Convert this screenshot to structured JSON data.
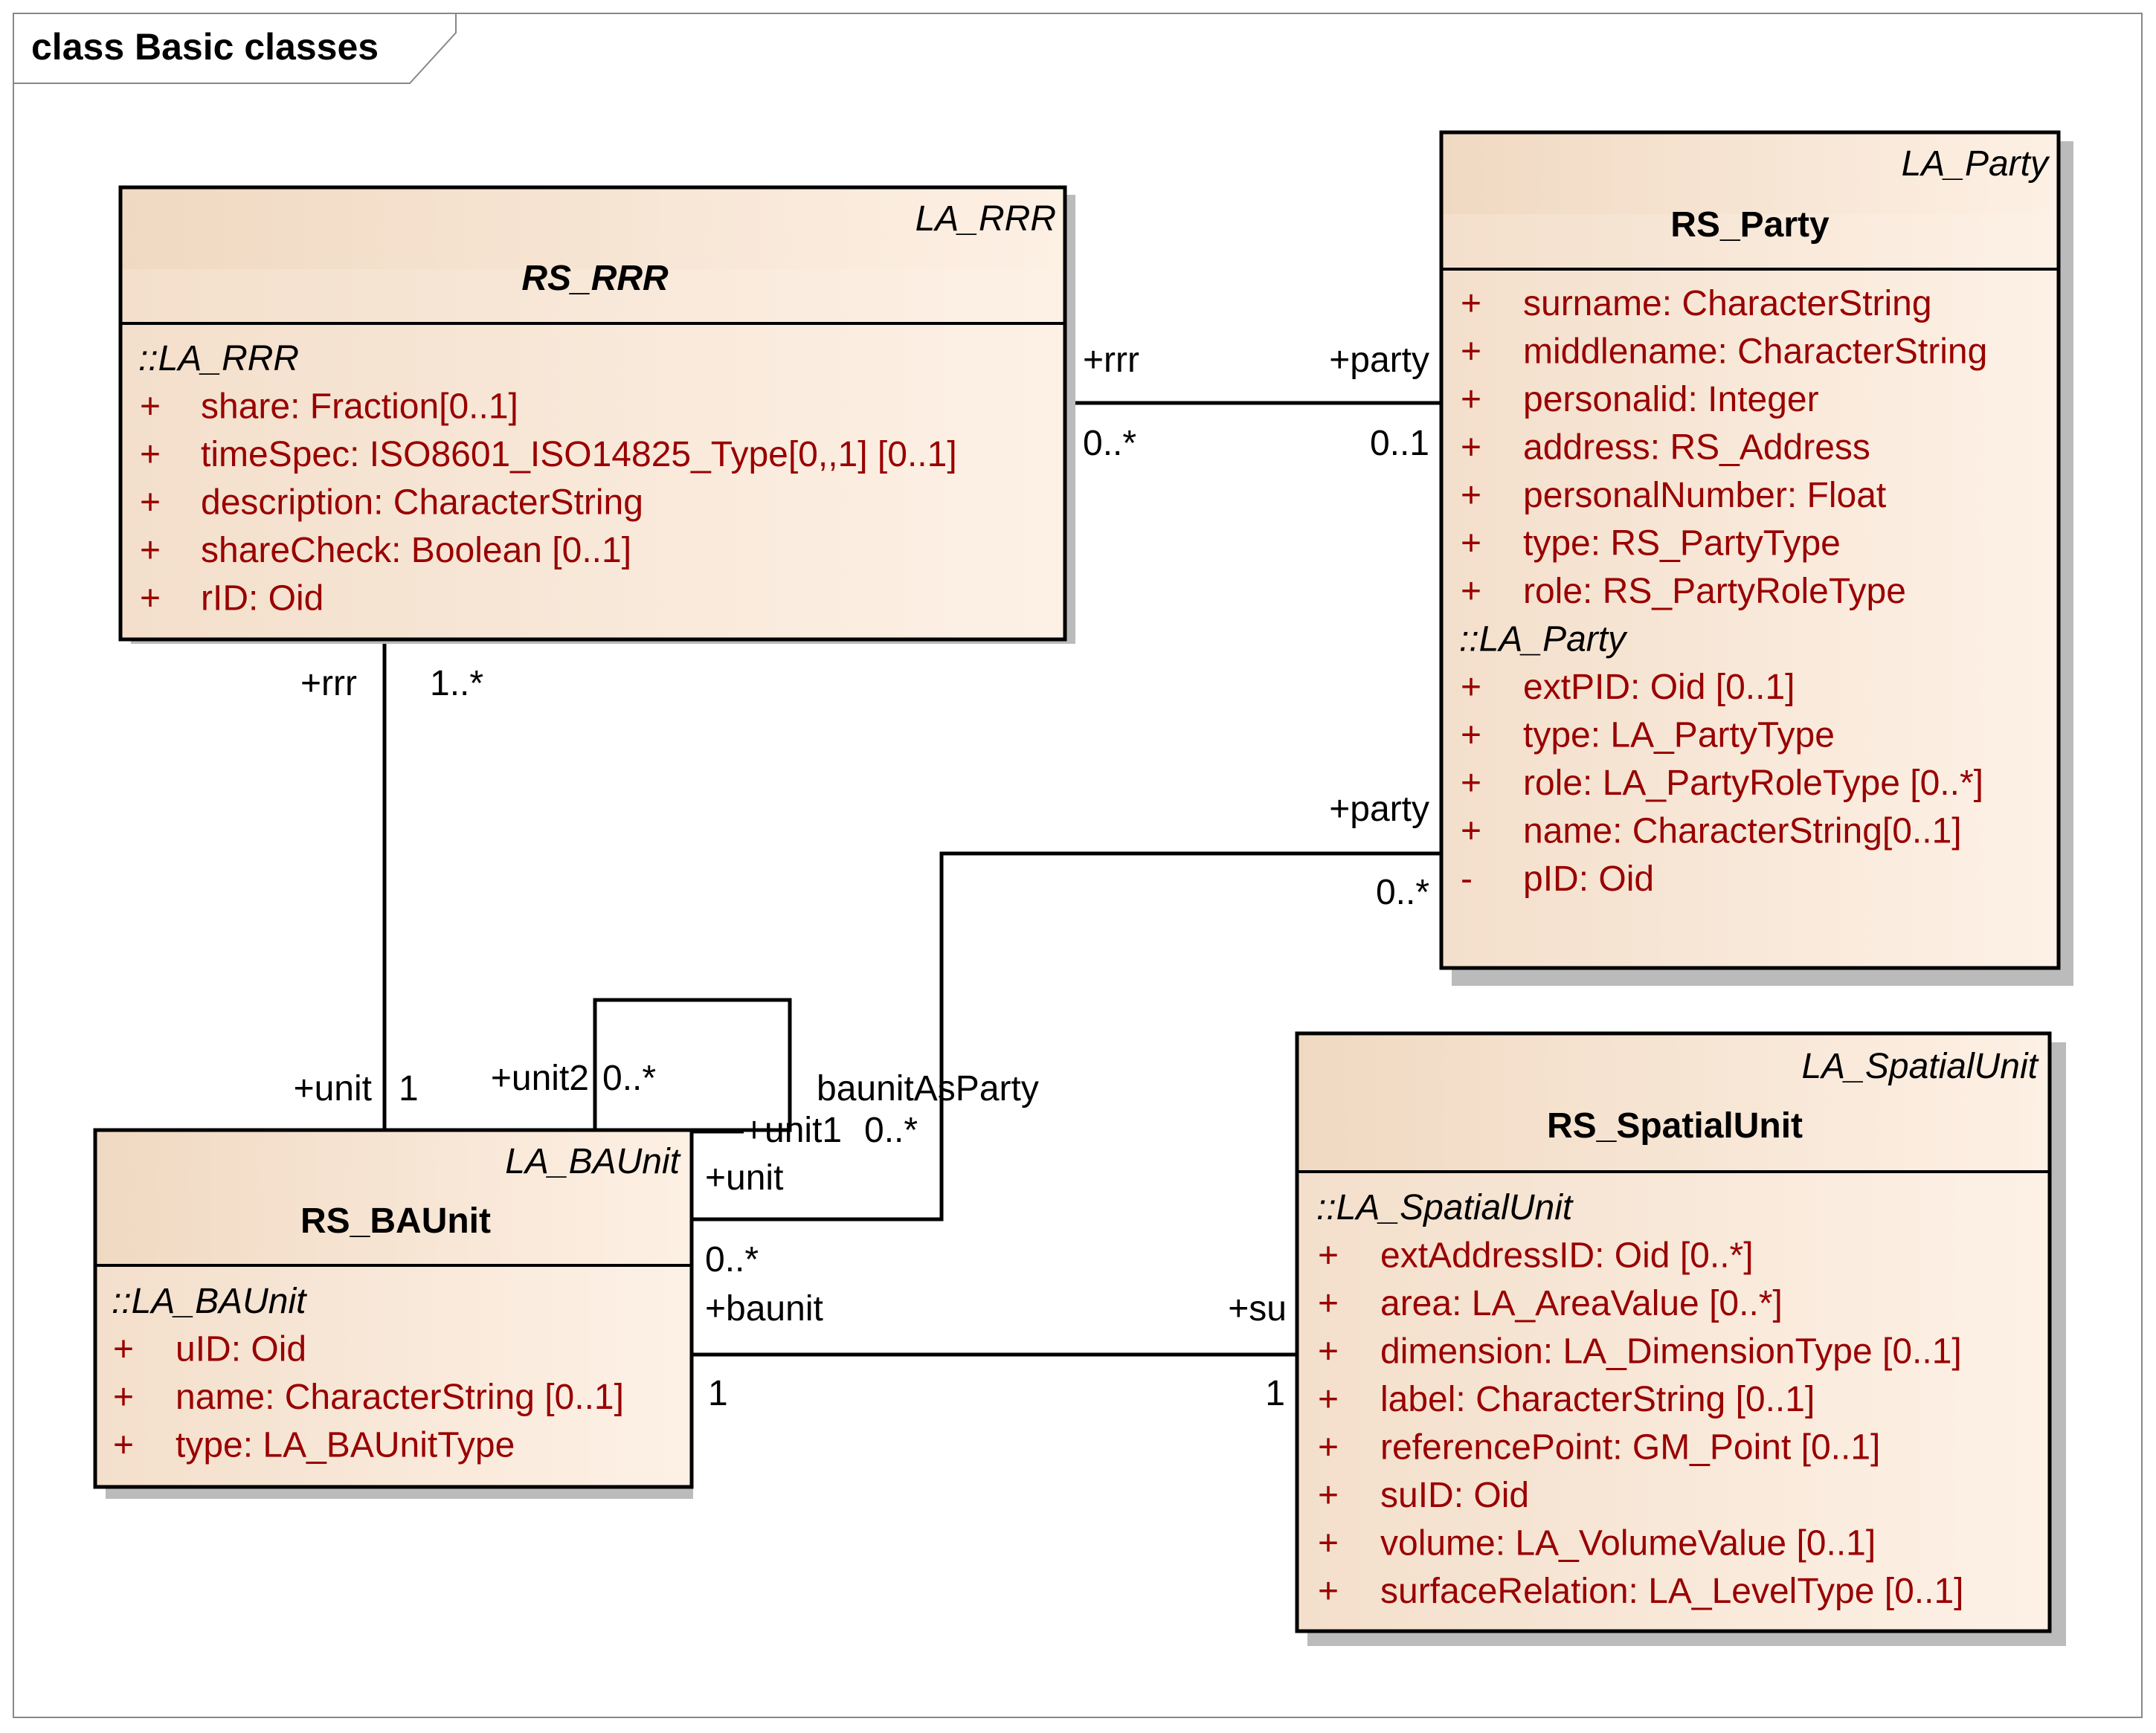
{
  "frame": {
    "title": "class Basic classes"
  },
  "colors": {
    "box_fill": "#fbeadb",
    "box_header": "#f3dcc4",
    "attribute_text": "#990000",
    "line": "#000000"
  },
  "classes": {
    "rrr": {
      "stereotype": "LA_RRR",
      "name": "RS_RRR",
      "groups": [
        {
          "label": "::LA_RRR",
          "attributes": [
            {
              "vis": "+",
              "text": "share:  Fraction[0..1]"
            },
            {
              "vis": "+",
              "text": "timeSpec:  ISO8601_ISO14825_Type[0,,1] [0..1]"
            },
            {
              "vis": "+",
              "text": "description:  CharacterString"
            },
            {
              "vis": "+",
              "text": "shareCheck:  Boolean [0..1]"
            },
            {
              "vis": "+",
              "text": "rID:  Oid"
            }
          ]
        }
      ]
    },
    "party": {
      "stereotype": "LA_Party",
      "name": "RS_Party",
      "groups": [
        {
          "label": "",
          "attributes": [
            {
              "vis": "+",
              "text": "surname:  CharacterString"
            },
            {
              "vis": "+",
              "text": "middlename:  CharacterString"
            },
            {
              "vis": "+",
              "text": "personalid:  Integer"
            },
            {
              "vis": "+",
              "text": "address:  RS_Address"
            },
            {
              "vis": "+",
              "text": "personalNumber:  Float"
            },
            {
              "vis": "+",
              "text": "type:  RS_PartyType"
            },
            {
              "vis": "+",
              "text": "role:  RS_PartyRoleType"
            }
          ]
        },
        {
          "label": "::LA_Party",
          "attributes": [
            {
              "vis": "+",
              "text": "extPID:  Oid [0..1]"
            },
            {
              "vis": "+",
              "text": "type:  LA_PartyType"
            },
            {
              "vis": "+",
              "text": "role:  LA_PartyRoleType [0..*]"
            },
            {
              "vis": "+",
              "text": "name:  CharacterString[0..1]"
            },
            {
              "vis": "-",
              "text": "pID:  Oid"
            }
          ]
        }
      ]
    },
    "baunit": {
      "stereotype": "LA_BAUnit",
      "name": "RS_BAUnit",
      "groups": [
        {
          "label": "::LA_BAUnit",
          "attributes": [
            {
              "vis": "+",
              "text": "uID:  Oid"
            },
            {
              "vis": "+",
              "text": "name:  CharacterString [0..1]"
            },
            {
              "vis": "+",
              "text": "type:  LA_BAUnitType"
            }
          ]
        }
      ]
    },
    "spatial": {
      "stereotype": "LA_SpatialUnit",
      "name": "RS_SpatialUnit",
      "groups": [
        {
          "label": "::LA_SpatialUnit",
          "attributes": [
            {
              "vis": "+",
              "text": "extAddressID:  Oid [0..*]"
            },
            {
              "vis": "+",
              "text": "area:  LA_AreaValue [0..*]"
            },
            {
              "vis": "+",
              "text": "dimension:  LA_DimensionType [0..1]"
            },
            {
              "vis": "+",
              "text": "label:  CharacterString [0..1]"
            },
            {
              "vis": "+",
              "text": "referencePoint:  GM_Point [0..1]"
            },
            {
              "vis": "+",
              "text": "suID:  Oid"
            },
            {
              "vis": "+",
              "text": "volume:  LA_VolumeValue [0..1]"
            },
            {
              "vis": "+",
              "text": "surfaceRelation:  LA_LevelType [0..1]"
            }
          ]
        }
      ]
    }
  },
  "associations": {
    "rrr_party": {
      "rrr_role": "+rrr",
      "rrr_mult": "0..*",
      "party_role": "+party",
      "party_mult": "0..1"
    },
    "rrr_baunit": {
      "rrr_role": "+rrr",
      "rrr_mult": "1..*",
      "unit_role": "+unit",
      "unit_mult": "1"
    },
    "self_unit": {
      "unit2_role": "+unit2",
      "unit2_mult": "0..*",
      "unit1_role": "+unit1",
      "unit1_mult": "0..*"
    },
    "baunit_party": {
      "name": "baunitAsParty",
      "unit_role": "+unit",
      "unit_mult": "0..*",
      "party_role": "+party",
      "party_mult": "0..*"
    },
    "baunit_spatial": {
      "baunit_role": "+baunit",
      "baunit_mult": "1",
      "su_role": "+su",
      "su_mult": "1"
    }
  }
}
